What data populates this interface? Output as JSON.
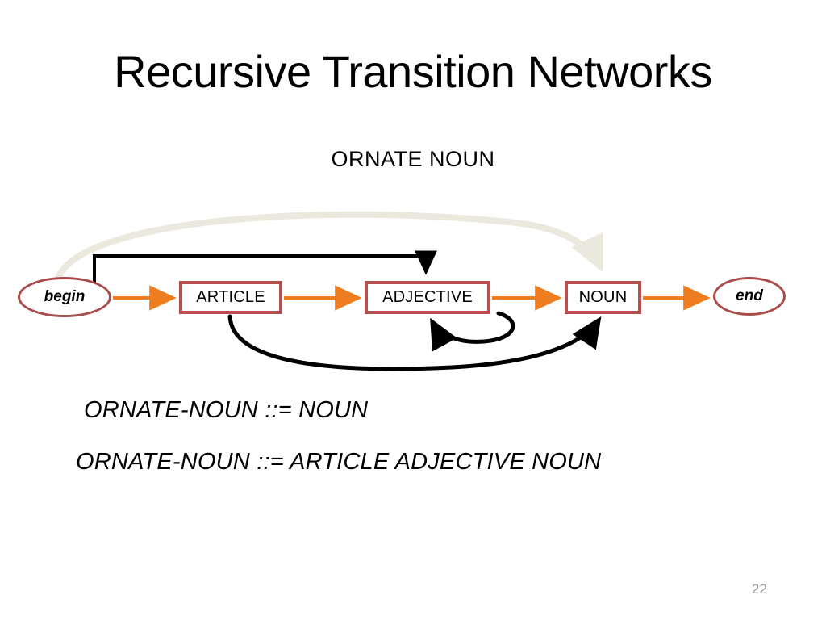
{
  "slide": {
    "title": "Recursive Transition Networks",
    "subtitle": "ORNATE NOUN",
    "page_number": "22"
  },
  "colors": {
    "node_border": "#b5504e",
    "ellipse_border": "#a94d4b",
    "primary_arrow": "#ed7d1f",
    "secondary_arrow": "#000000",
    "ghost_arrow": "#ebe8de",
    "text": "#000000",
    "page_number": "#9a9a9a",
    "background": "#ffffff"
  },
  "diagram": {
    "name": "ornate-noun-recursive-transition-network",
    "nodes": [
      {
        "id": "begin",
        "label": "begin",
        "shape": "ellipse"
      },
      {
        "id": "article",
        "label": "ARTICLE",
        "shape": "rect"
      },
      {
        "id": "adjective",
        "label": "ADJECTIVE",
        "shape": "rect"
      },
      {
        "id": "noun",
        "label": "NOUN",
        "shape": "rect"
      },
      {
        "id": "end",
        "label": "end",
        "shape": "ellipse"
      }
    ],
    "edges": [
      {
        "id": "begin-article",
        "from": "begin",
        "to": "article",
        "style": "straight",
        "color": "#ed7d1f"
      },
      {
        "id": "article-adjective",
        "from": "article",
        "to": "adjective",
        "style": "straight",
        "color": "#ed7d1f"
      },
      {
        "id": "adjective-noun",
        "from": "adjective",
        "to": "noun",
        "style": "straight",
        "color": "#ed7d1f"
      },
      {
        "id": "noun-end",
        "from": "noun",
        "to": "end",
        "style": "straight",
        "color": "#ed7d1f"
      },
      {
        "id": "begin-noun-skip",
        "from": "begin",
        "to": "noun",
        "style": "arc-over",
        "color": "#ebe8de"
      },
      {
        "id": "begin-adjective-skip",
        "from": "begin",
        "to": "adjective",
        "style": "orthogonal-over",
        "color": "#000000"
      },
      {
        "id": "adjective-self-loop",
        "from": "adjective",
        "to": "adjective",
        "style": "self-loop-under",
        "color": "#000000"
      },
      {
        "id": "article-noun-skip",
        "from": "article",
        "to": "noun",
        "style": "arc-under",
        "color": "#000000"
      }
    ]
  },
  "rules": [
    {
      "id": "rule-1",
      "text": "ORNATE-NOUN ::= NOUN"
    },
    {
      "id": "rule-2",
      "text": "ORNATE-NOUN ::= ARTICLE ADJECTIVE NOUN"
    }
  ]
}
